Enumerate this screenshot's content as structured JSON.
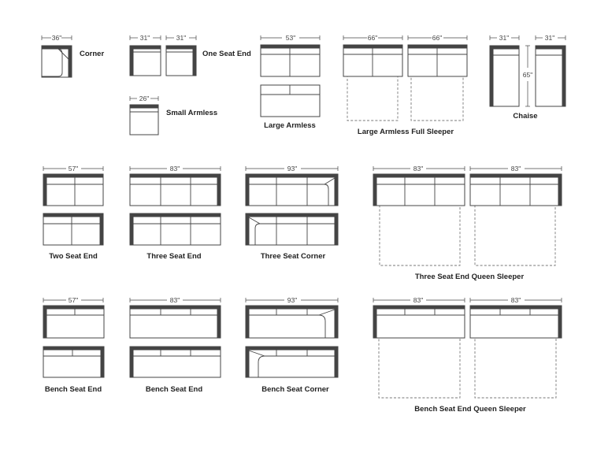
{
  "colors": {
    "line": "#444444",
    "text": "#222222",
    "dashed": "#777777",
    "background": "#ffffff"
  },
  "dimensions": {
    "corner": "36\"",
    "one_seat_end_left": "31\"",
    "one_seat_end_right": "31\"",
    "small_armless": "26\"",
    "large_armless": "53\"",
    "large_armless_sleeper_left": "66\"",
    "large_armless_sleeper_right": "66\"",
    "chaise_left": "31\"",
    "chaise_right": "31\"",
    "chaise_length": "65\"",
    "two_seat_end": "57\"",
    "three_seat_end": "83\"",
    "three_seat_corner": "93\"",
    "three_seat_sleeper_left": "83\"",
    "three_seat_sleeper_right": "83\"",
    "bench_two_seat_end": "57\"",
    "bench_three_seat_end": "83\"",
    "bench_corner": "93\"",
    "bench_sleeper_left": "83\"",
    "bench_sleeper_right": "83\""
  },
  "labels": {
    "corner": "Corner",
    "one_seat_end": "One Seat End",
    "small_armless": "Small Armless",
    "large_armless": "Large Armless",
    "large_armless_full_sleeper": "Large Armless Full Sleeper",
    "chaise": "Chaise",
    "two_seat_end": "Two Seat End",
    "three_seat_end": "Three Seat End",
    "three_seat_corner": "Three Seat Corner",
    "three_seat_end_queen_sleeper": "Three Seat End Queen Sleeper",
    "bench_seat_end_two": "Bench Seat End",
    "bench_seat_end_three": "Bench Seat End",
    "bench_seat_corner": "Bench Seat Corner",
    "bench_seat_end_queen_sleeper": "Bench Seat End Queen Sleeper"
  }
}
